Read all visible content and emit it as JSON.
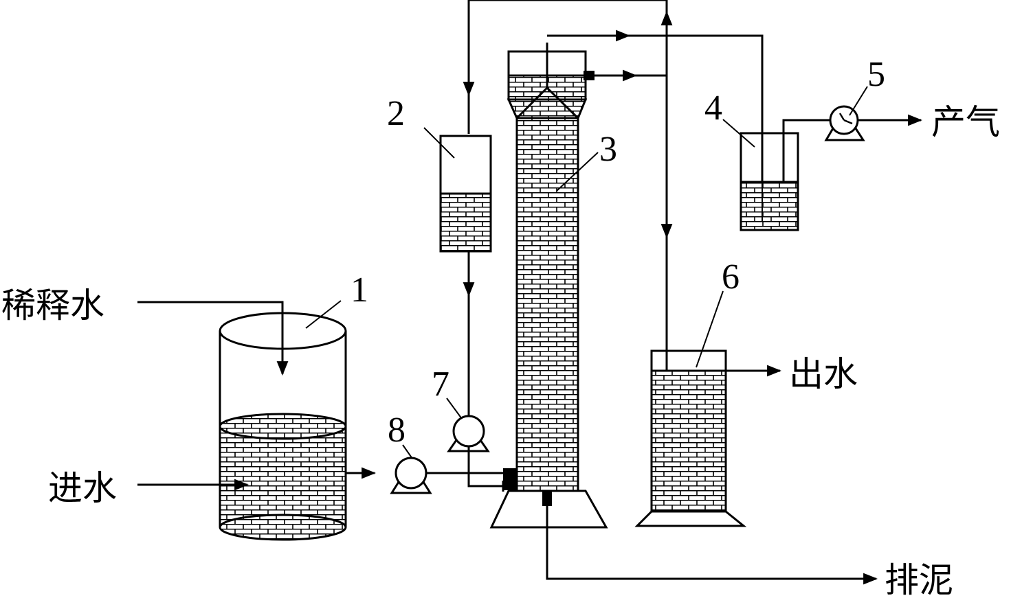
{
  "labels": {
    "dilution_water": "稀释水",
    "inflow": "进水",
    "biogas": "产气",
    "effluent": "出水",
    "sludge_discharge": "排泥"
  },
  "numbers": {
    "n1": "1",
    "n2": "2",
    "n3": "3",
    "n4": "4",
    "n5": "5",
    "n6": "6",
    "n7": "7",
    "n8": "8"
  }
}
